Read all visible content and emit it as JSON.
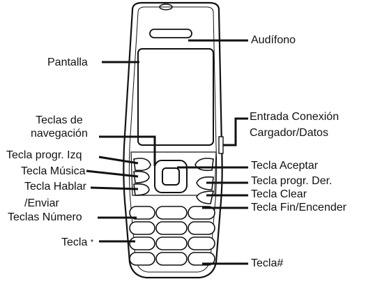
{
  "labels": {
    "pantalla": "Pantalla",
    "teclas_navegacion_1": "Teclas de",
    "teclas_navegacion_2": "navegación",
    "tecla_progr_izq": "Tecla progr. Izq",
    "tecla_musica": "Tecla Música",
    "tecla_hablar_1": "Tecla Hablar",
    "tecla_hablar_2": "/Enviar",
    "teclas_numero": "Teclas Número",
    "tecla_asterisco": "Tecla",
    "asterisco_symbol": "*",
    "audifono": "Audífono",
    "entrada_1": "Entrada Conexión",
    "entrada_2": "Cargador/Datos",
    "tecla_aceptar": "Tecla Aceptar",
    "tecla_progr_der": "Tecla progr. Der.",
    "tecla_clear": "Tecla Clear",
    "tecla_fin": "Tecla Fin/Encender",
    "tecla_numeral": "Tecla#"
  },
  "colors": {
    "outline": "#111111",
    "body_fill": "#ffffff",
    "leader": "#111111"
  }
}
